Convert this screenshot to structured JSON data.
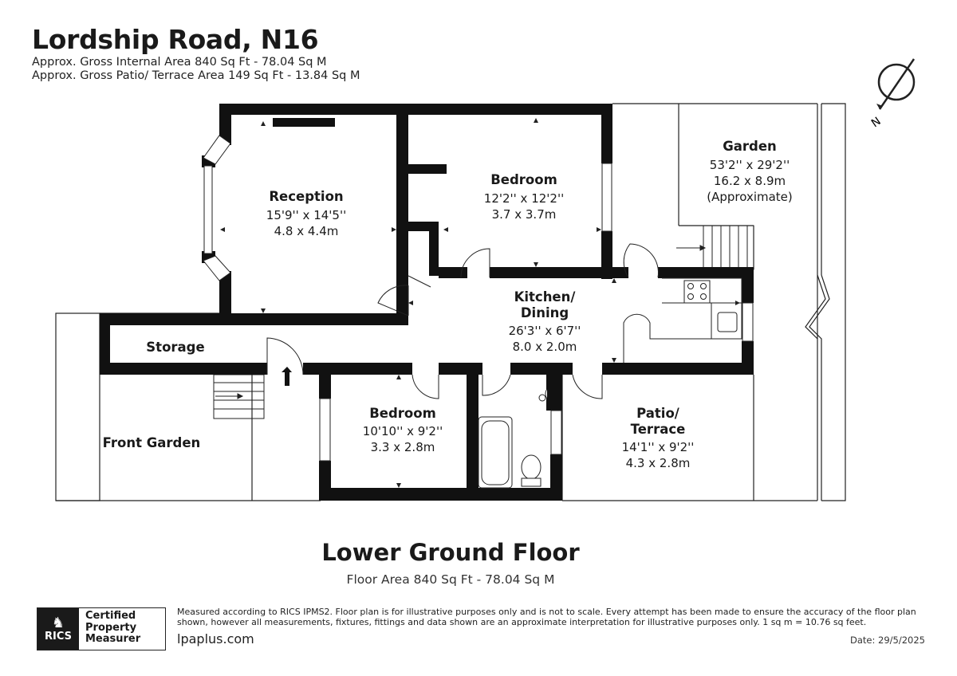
{
  "header": {
    "title": "Lordship Road, N16",
    "internal_area": "Approx. Gross Internal Area 840 Sq Ft - 78.04 Sq M",
    "patio_area": "Approx. Gross Patio/ Terrace Area 149 Sq Ft - 13.84 Sq M"
  },
  "compass": {
    "label": "N"
  },
  "rooms": {
    "reception": {
      "name": "Reception",
      "imperial": "15'9'' x 14'5''",
      "metric": "4.8 x 4.4m"
    },
    "bedroom1": {
      "name": "Bedroom",
      "imperial": "12'2'' x 12'2''",
      "metric": "3.7 x 3.7m"
    },
    "garden": {
      "name": "Garden",
      "imperial": "53'2'' x 29'2''",
      "metric": "16.2 x 8.9m",
      "note": "(Approximate)"
    },
    "kitchen": {
      "name_line1": "Kitchen/",
      "name_line2": "Dining",
      "imperial": "26'3'' x 6'7''",
      "metric": "8.0 x 2.0m"
    },
    "storage": {
      "name": "Storage"
    },
    "bedroom2": {
      "name": "Bedroom",
      "imperial": "10'10'' x 9'2''",
      "metric": "3.3 x 2.8m"
    },
    "patio": {
      "name_line1": "Patio/",
      "name_line2": "Terrace",
      "imperial": "14'1'' x 9'2''",
      "metric": "4.3 x 2.8m"
    },
    "front_garden": {
      "name": "Front Garden"
    }
  },
  "floor": {
    "title": "Lower Ground Floor",
    "area": "Floor Area 840 Sq Ft - 78.04 Sq M"
  },
  "footer": {
    "badge_logo": "RICS",
    "badge_line1": "Certified",
    "badge_line2": "Property",
    "badge_line3": "Measurer",
    "disclaimer": "Measured according to RICS IPMS2. Floor plan is for illustrative purposes only and is not to scale. Every attempt has been made to ensure the accuracy of the floor plan shown, however all measurements, fixtures, fittings and data shown are an approximate interpretation for illustrative purposes only. 1 sq m = 10.76 sq feet.",
    "website": "lpaplus.com",
    "date": "Date: 29/5/2025"
  },
  "colors": {
    "wall": "#111111",
    "line": "#222222",
    "background": "#ffffff"
  }
}
